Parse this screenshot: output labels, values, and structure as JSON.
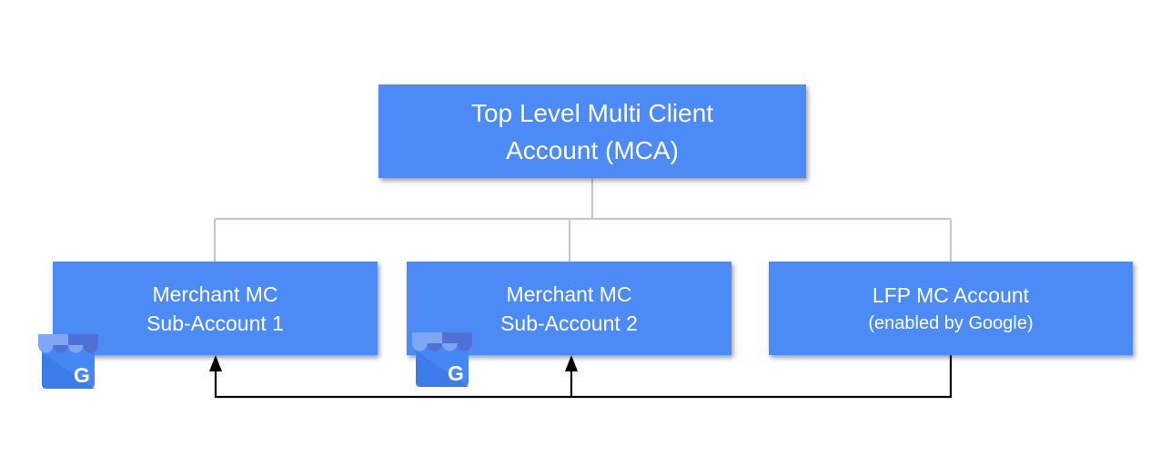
{
  "diagram": {
    "nodes": {
      "mca": {
        "id": "mca",
        "line1": "Top Level Multi Client",
        "line2": "Account (MCA)"
      },
      "sub1": {
        "id": "sub1",
        "line1": "Merchant MC",
        "line2": "Sub-Account 1"
      },
      "sub2": {
        "id": "sub2",
        "line1": "Merchant MC",
        "line2": "Sub-Account 2"
      },
      "lfp": {
        "id": "lfp",
        "line1": "LFP MC Account",
        "line2": "(enabled by Google)"
      }
    },
    "edges": {
      "hierarchy": [
        {
          "from": "mca",
          "to": "sub1",
          "style": "plain-gray"
        },
        {
          "from": "mca",
          "to": "sub2",
          "style": "plain-gray"
        },
        {
          "from": "mca",
          "to": "lfp",
          "style": "plain-gray"
        }
      ],
      "arrows": [
        {
          "from": "lfp",
          "to": "sub1",
          "style": "black-arrow-up"
        },
        {
          "from": "lfp",
          "to": "sub2",
          "style": "black-arrow-up"
        }
      ]
    },
    "icon": {
      "name": "google-business-storefront",
      "letter": "G"
    },
    "colors": {
      "background": "#FFFFFF",
      "box_fill": "#4C8BF5",
      "box_text": "#FFFFFF",
      "connector_gray": "#C8C8C8",
      "connector_black": "#000000",
      "icon_awning_light": "#7EA6F2",
      "icon_awning_dark": "#5170D6",
      "icon_body": "#4587F4",
      "icon_fold": "#3D7BE9",
      "icon_letter": "#FFFFFF"
    }
  }
}
